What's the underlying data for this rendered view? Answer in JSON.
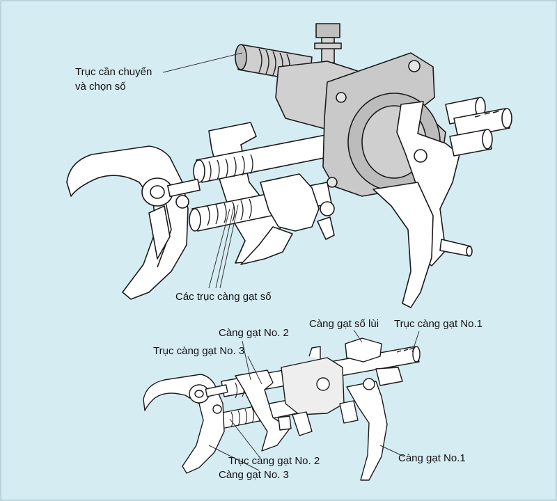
{
  "colors": {
    "background": "#d6ecf3",
    "part_fill": "#ffffff",
    "housing_fill": "#c9c9c9",
    "line": "#1a1a1a",
    "leader": "#333333"
  },
  "labels": {
    "selector_shaft_line1": "Trục cần chuyển",
    "selector_shaft_line2": "và chọn số",
    "fork_shafts": "Các trục càng gạt số",
    "fork_no2": "Càng gạt No. 2",
    "reverse_fork": "Càng gạt số lùi",
    "fork_shaft_no1": "Trục càng gạt No.1",
    "fork_shaft_no3": "Trục càng gạt No. 3",
    "fork_shaft_no2": "Trục càng gạt No. 2",
    "fork_no3": "Càng gạt No. 3",
    "fork_no1": "Càng gạt No.1"
  }
}
